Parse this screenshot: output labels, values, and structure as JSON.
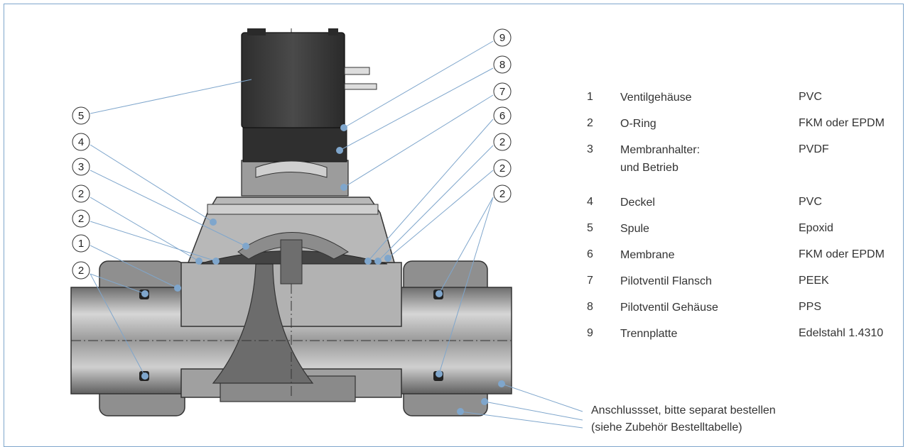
{
  "callouts": [
    "9",
    "8",
    "7",
    "6",
    "2",
    "2",
    "2",
    "5",
    "4",
    "3",
    "2",
    "2",
    "1",
    "2"
  ],
  "legend": [
    {
      "num": "1",
      "part": "Ventilgehäuse",
      "material": "PVC"
    },
    {
      "num": "2",
      "part": "O-Ring",
      "material": "FKM oder EPDM"
    },
    {
      "num": "3",
      "part": "Membranhalter:",
      "part2": "und Betrieb",
      "material": "PVDF"
    },
    {
      "num": "4",
      "part": "Deckel",
      "material": "PVC"
    },
    {
      "num": "5",
      "part": "Spule",
      "material": "Epoxid"
    },
    {
      "num": "6",
      "part": "Membrane",
      "material": "FKM oder EPDM"
    },
    {
      "num": "7",
      "part": "Pilotventil Flansch",
      "material": "PEEK"
    },
    {
      "num": "8",
      "part": "Pilotventil Gehäuse",
      "material": "PPS"
    },
    {
      "num": "9",
      "part": "Trennplatte",
      "material": "Edelstahl 1.4310"
    }
  ],
  "note": {
    "line1": "Anschlussset, bitte separat bestellen",
    "line2": "(siehe Zubehör Bestelltabelle)"
  },
  "colors": {
    "leader": "#7fa6cc",
    "marker": "#7fa6cc",
    "body": "#a9a9a9",
    "dark": "#3a3a3a"
  }
}
